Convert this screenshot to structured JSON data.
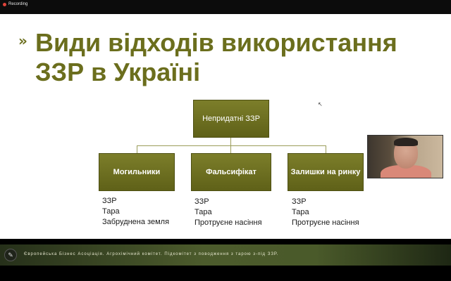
{
  "recording": {
    "label": "Recording",
    "dot_color": "#e0433a"
  },
  "slide": {
    "bullet": "»",
    "title": "Види відходів використання ЗЗР в Україні",
    "accent_color": "#6b6e1d",
    "diagram": {
      "root": "Непридатні ЗЗР",
      "branches": [
        {
          "label": "Могильники",
          "items": [
            "ЗЗР",
            "Тара",
            "Забруднена земля"
          ]
        },
        {
          "label": "Фальсифікат",
          "items": [
            "ЗЗР",
            "Тара",
            "Протруєне насіння"
          ]
        },
        {
          "label": "Залишки на ринку",
          "items": [
            "ЗЗР",
            "Тара",
            "Протруєне насіння"
          ]
        }
      ]
    }
  },
  "footer": {
    "text": "Європейська Бізнес Асоціація. Агрохімічний комітет. Підкомітет з поводження з тарою з-під ЗЗР."
  },
  "icons": {
    "edit": "pencil-icon",
    "cursor": "mouse-cursor-icon"
  }
}
